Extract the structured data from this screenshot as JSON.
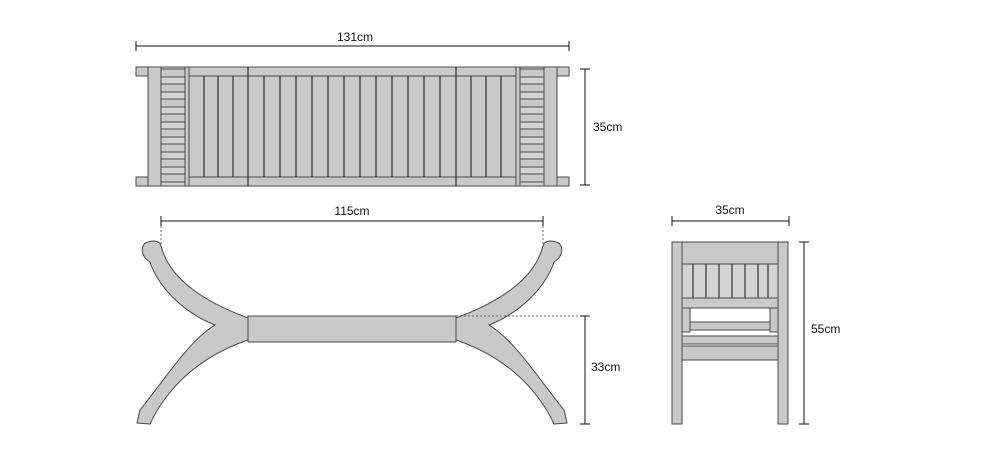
{
  "dimensions": {
    "top_length": "131cm",
    "top_width": "35cm",
    "seat_length": "115cm",
    "seat_height": "33cm",
    "side_width": "35cm",
    "total_height": "55cm"
  }
}
